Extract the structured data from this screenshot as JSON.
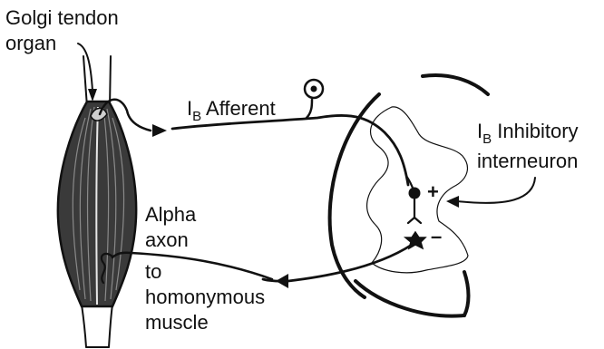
{
  "labels": {
    "golgi_line1": "Golgi tendon",
    "golgi_line2": "organ",
    "ib_prefix": "I",
    "ib_sub": "B",
    "afferent_suffix": " Afferent",
    "interneuron_suffix": " Inhibitory",
    "interneuron_line2": "interneuron",
    "alpha_line1": "Alpha",
    "alpha_line2": "axon",
    "to_line1": "to",
    "to_line2": "homonymous",
    "to_line3": "muscle",
    "plus_sign": "+",
    "minus_sign": "–"
  },
  "colors": {
    "ink": "#111111",
    "muscle_fill": "#3a3a3a",
    "tendon_fill": "#f4f4f4"
  }
}
